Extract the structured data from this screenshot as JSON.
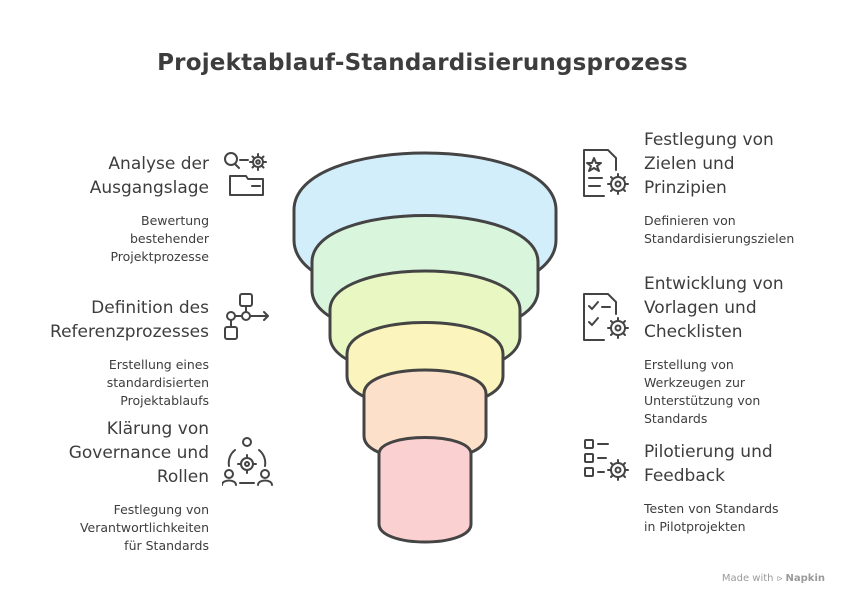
{
  "title": "Projektablauf-Standardisierungsprozess",
  "left_items": [
    {
      "heading": [
        "Analyse der",
        "Ausgangslage"
      ],
      "description": [
        "Bewertung",
        "bestehender",
        "Projektprozesse"
      ],
      "icon": "search-gear-folder-icon"
    },
    {
      "heading": [
        "Definition des",
        "Referenzprozesses"
      ],
      "description": [
        "Erstellung eines",
        "standardisierten",
        "Projektablaufs"
      ],
      "icon": "flowchart-icon"
    },
    {
      "heading": [
        "Klärung von",
        "Governance und",
        "Rollen"
      ],
      "description": [
        "Festlegung von",
        "Verantwortlichkeiten",
        "für Standards"
      ],
      "icon": "people-gear-icon"
    }
  ],
  "right_items": [
    {
      "heading": [
        "Festlegung von",
        "Zielen und",
        "Prinzipien"
      ],
      "description": [
        "Definieren von",
        "Standardisierungszielen"
      ],
      "icon": "document-star-gear-icon"
    },
    {
      "heading": [
        "Entwicklung von",
        "Vorlagen und",
        "Checklisten"
      ],
      "description": [
        "Erstellung von",
        "Werkzeugen zur",
        "Unterstützung von",
        "Standards"
      ],
      "icon": "checklist-gear-icon"
    },
    {
      "heading": [
        "Pilotierung und",
        "Feedback"
      ],
      "description": [
        "Testen von Standards",
        "in Pilotprojekten"
      ],
      "icon": "list-gear-icon"
    }
  ],
  "funnel_colors": [
    "#d3eefb",
    "#d9f6dc",
    "#e9f7c3",
    "#fbf5bd",
    "#fde0c9",
    "#fbd0d0"
  ],
  "footer": {
    "made_with": "Made with",
    "brand": "Napkin"
  }
}
